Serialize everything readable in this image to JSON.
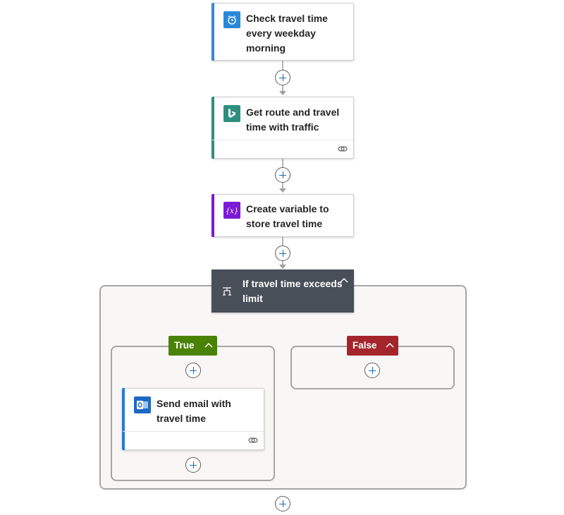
{
  "colors": {
    "trigger_accent": "#3a86e0",
    "bing_accent": "#2f8f7f",
    "variable_accent": "#7c1ad6",
    "email_accent": "#2b79d4",
    "condition_bg": "#484f58",
    "true_branch": "#498205",
    "false_branch": "#a4262c",
    "scope_bg": "#f8f7f6"
  },
  "steps": {
    "trigger": {
      "title": "Check travel time every weekday morning",
      "icon": "alarm-clock-icon"
    },
    "route": {
      "title": "Get route and travel time with traffic",
      "icon": "bing-maps-icon"
    },
    "variable": {
      "title": "Create variable to store travel time",
      "icon": "variable-icon"
    },
    "condition": {
      "title": "If travel time exceeds limit",
      "icon": "condition-icon"
    },
    "email": {
      "title": "Send email with travel time",
      "icon": "outlook-icon"
    }
  },
  "branches": {
    "true_label": "True",
    "false_label": "False"
  }
}
